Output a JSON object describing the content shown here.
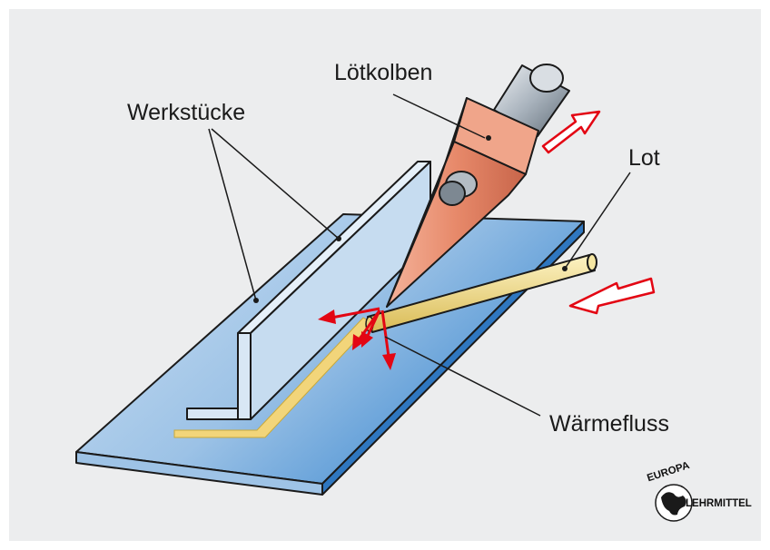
{
  "labels": {
    "soldering_iron": "Lötkolben",
    "workpieces": "Werkstücke",
    "solder": "Lot",
    "heat_flow": "Wärmefluss"
  },
  "logo": {
    "top": "EUROPA",
    "side": "LEHRMITTEL"
  },
  "colors": {
    "background": "#ecedee",
    "plate": "#8fb9e0",
    "iron": "#e58a6c",
    "solder_seam": "#f2d57a",
    "arrows": "#e30613"
  }
}
